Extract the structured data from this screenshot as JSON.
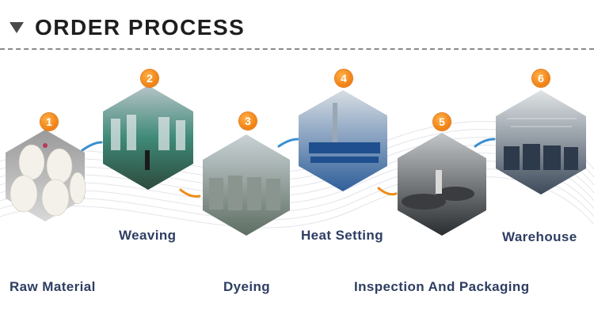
{
  "header": {
    "title": "ORDER PROCESS"
  },
  "colors": {
    "accent": "#f08a16",
    "label": "#2e3d62",
    "connector_blue": "#3a8fd0"
  },
  "steps": [
    {
      "number": "1",
      "label": "Raw Material"
    },
    {
      "number": "2",
      "label": "Weaving"
    },
    {
      "number": "3",
      "label": "Dyeing"
    },
    {
      "number": "4",
      "label": "Heat Setting"
    },
    {
      "number": "5",
      "label": "Inspection And Packaging"
    },
    {
      "number": "6",
      "label": "Warehouse"
    }
  ]
}
